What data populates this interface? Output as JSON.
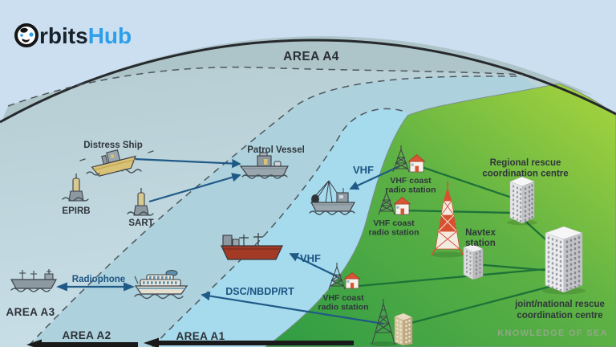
{
  "logo": {
    "text_dark": "rbits",
    "text_accent": "Hub"
  },
  "area_labels": {
    "a4": "AREA A4",
    "a3": "AREA A3",
    "a2": "AREA A2",
    "a1": "AREA A1"
  },
  "vessels": {
    "distress_ship": "Distress Ship",
    "epirb": "EPIRB",
    "sart": "SART",
    "patrol_vessel": "Patrol Vessel"
  },
  "comms": {
    "vhf": "VHF",
    "radiophone": "Radiophone",
    "dsc": "DSC/NBDP/RT"
  },
  "stations": {
    "vhf_coast_line1": "VHF coast",
    "vhf_coast_line2": "radio station",
    "navtex_line1": "Navtex",
    "navtex_line2": "station",
    "regional_line1": "Regional rescue",
    "regional_line2": "coordination centre",
    "joint_line1": "joint/national rescue",
    "joint_line2": "coordination centre"
  },
  "watermark": {
    "text": "KNOWLEDGE OF SEA"
  },
  "colors": {
    "sky": "#cbdff1",
    "sea_top": "#b4cbd1",
    "sea_bottom": "#c9dfe8",
    "sea_a4": "#adc4c9",
    "sea_a2": "#add1dd",
    "sea_a1": "#a6dbee",
    "land_dark": "#2f9b44",
    "land_light": "#a9d53d",
    "arrow_blue": "#1f5a87",
    "link_green": "#1d7238",
    "label_dark": "#2f363b",
    "label_blue": "#1d5480",
    "navtex_red": "#d94f30",
    "roof_red": "#d95535",
    "hull_red": "#a23a26",
    "watermark_green": "#8fa985",
    "logo_accent": "#2d9fe8"
  }
}
